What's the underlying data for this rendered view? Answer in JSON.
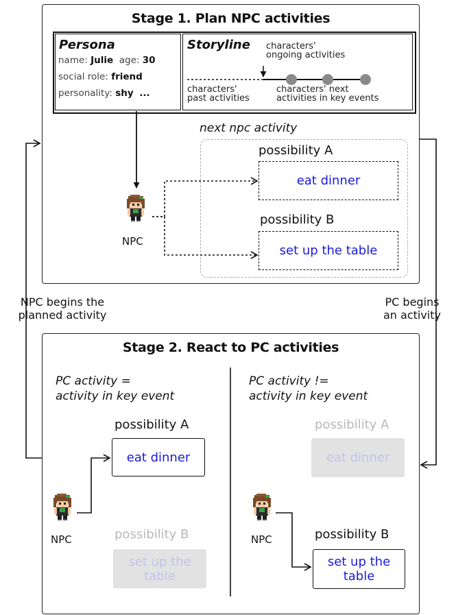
{
  "stage1": {
    "title": "Stage 1. Plan NPC activities",
    "persona": {
      "heading": "Persona",
      "name_label": "name:",
      "name_value": "Julie",
      "age_label": "age:",
      "age_value": "30",
      "role_label": "social role:",
      "role_value": "friend",
      "personality_label": "personality:",
      "personality_value": "shy",
      "ellipsis": "..."
    },
    "storyline": {
      "heading": "Storyline",
      "ongoing_line1": "characters'",
      "ongoing_line2": "ongoing activities",
      "past_line1": "characters'",
      "past_line2": "past activities",
      "next_line1": "characters' next",
      "next_line2": "activities in key events"
    },
    "next_label": "next npc activity",
    "possibility_a": "possibility A",
    "activity_a": "eat dinner",
    "possibility_b": "possibility B",
    "activity_b": "set up the table",
    "npc_label": "NPC"
  },
  "left_label_line1": "NPC begins the",
  "left_label_line2": "planned activity",
  "right_label_line1": "PC begins",
  "right_label_line2": "an activity",
  "stage2": {
    "title": "Stage 2. React to PC activities",
    "left": {
      "cond_line1": "PC activity =",
      "cond_line2": "activity in key event",
      "possibility_a": "possibility A",
      "activity_a": "eat dinner",
      "possibility_b": "possibility B",
      "activity_b_line1": "set up the",
      "activity_b_line2": "table",
      "npc_label": "NPC"
    },
    "right": {
      "cond_line1": "PC activity !=",
      "cond_line2": "activity in key event",
      "possibility_a": "possibility A",
      "activity_a": "eat dinner",
      "possibility_b": "possibility B",
      "activity_b_line1": "set up the",
      "activity_b_line2": "table",
      "npc_label": "NPC"
    }
  },
  "colors": {
    "activity_text": "#1a1adb",
    "faded_text": "#b8b8b8",
    "faded_fill": "#e2e2e2",
    "node_grey": "#8a8a8a"
  },
  "icons": [
    "npc-sprite-icon"
  ]
}
